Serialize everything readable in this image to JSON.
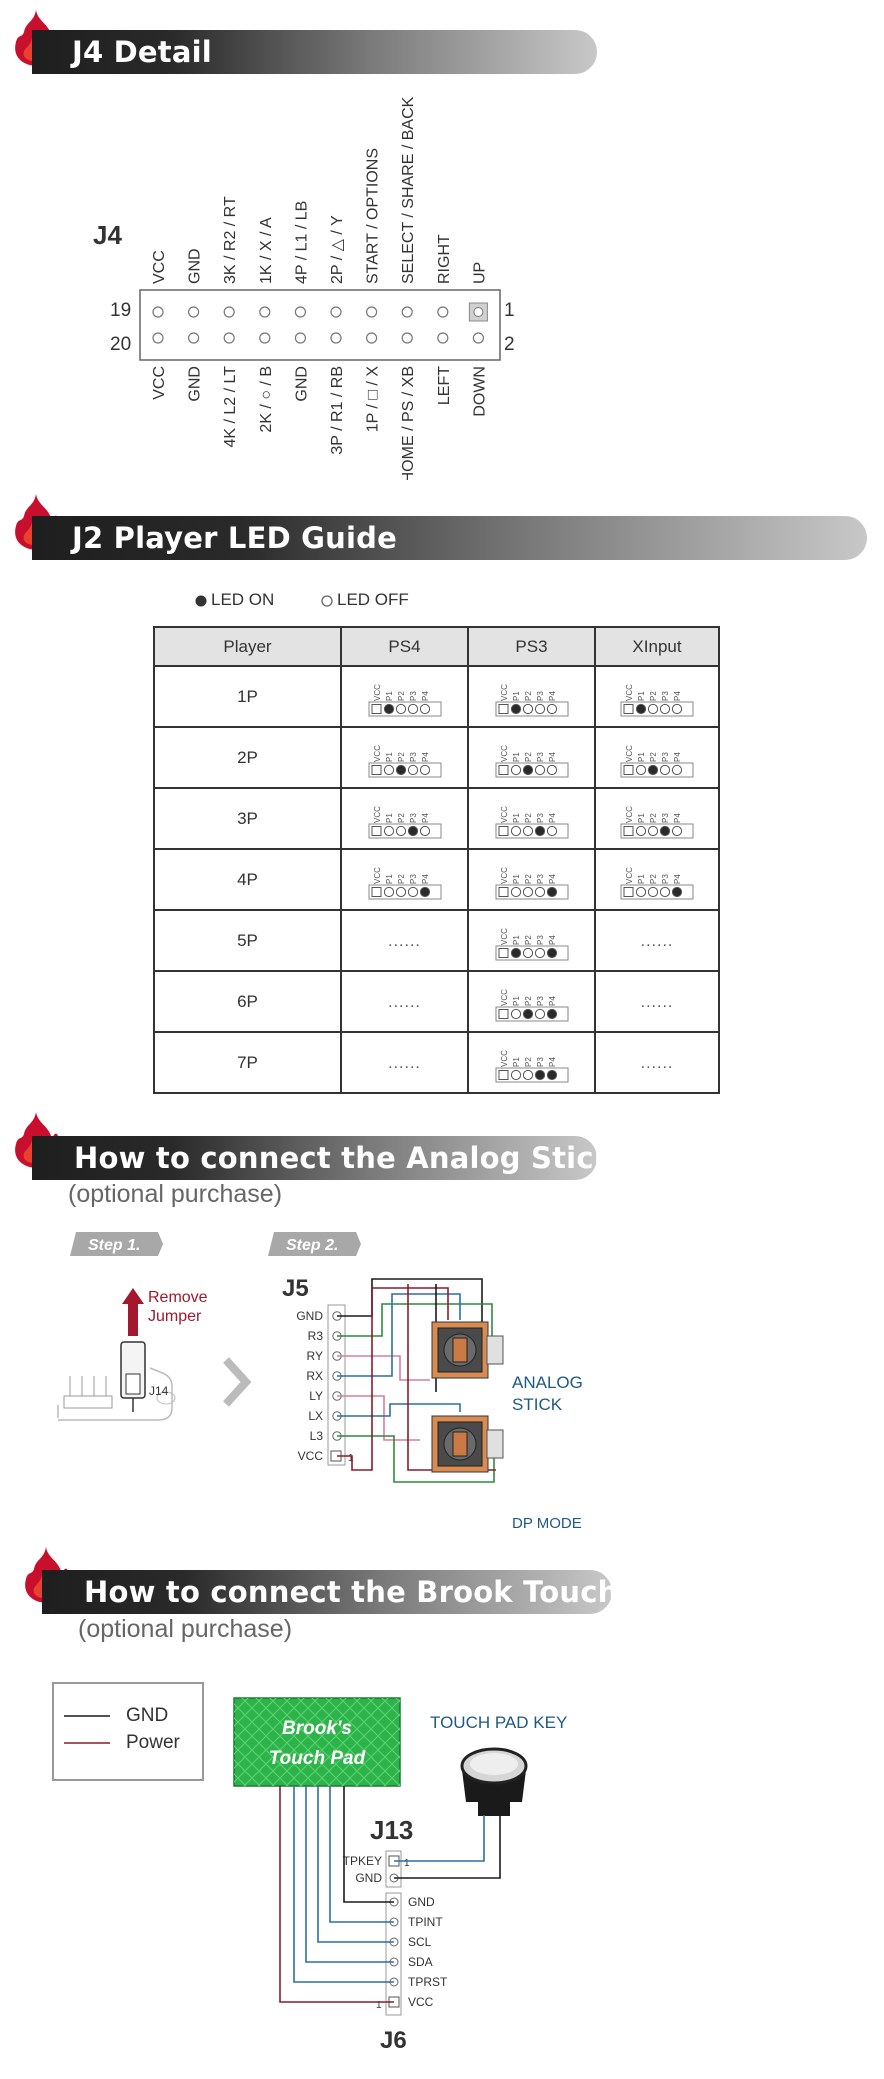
{
  "sections": {
    "j4": {
      "title": "J4  Detail"
    },
    "j2": {
      "title": "J2  Player LED Guide"
    },
    "analog": {
      "title": "How to connect the Analog Sticks",
      "subtitle": "(optional purchase)"
    },
    "touch": {
      "title": "How to connect the Brook Touch Pad",
      "subtitle": "(optional purchase)"
    }
  },
  "j4": {
    "label": "J4",
    "row_labels": {
      "left_top": "19",
      "left_bottom": "20",
      "right_top": "1",
      "right_bottom": "2"
    },
    "top_pins": [
      "VCC",
      "GND",
      "3K / R2 / RT",
      "1K / X / A",
      "4P / L1 / LB",
      "2P / △ / Y",
      "START / OPTIONS",
      "SELECT / SHARE / BACK",
      "RIGHT",
      "UP"
    ],
    "bottom_pins": [
      "VCC",
      "GND",
      "4K / L2 / LT",
      "2K / ○ / B",
      "GND",
      "3P / R1 / RB",
      "1P / □ / X",
      "HOME / PS / XB",
      "LEFT",
      "DOWN"
    ]
  },
  "led_guide": {
    "legend_on": "LED ON",
    "legend_off": "LED OFF",
    "headers": [
      "Player",
      "PS4",
      "PS3",
      "XInput"
    ],
    "pin_labels": [
      "VCC",
      "P1",
      "P2",
      "P3",
      "P4"
    ],
    "empty_mark": "......",
    "rows": [
      {
        "player": "1P",
        "ps4": [
          1,
          0,
          0,
          0
        ],
        "ps3": [
          1,
          0,
          0,
          0
        ],
        "xinput": [
          1,
          0,
          0,
          0
        ]
      },
      {
        "player": "2P",
        "ps4": [
          0,
          1,
          0,
          0
        ],
        "ps3": [
          0,
          1,
          0,
          0
        ],
        "xinput": [
          0,
          1,
          0,
          0
        ]
      },
      {
        "player": "3P",
        "ps4": [
          0,
          0,
          1,
          0
        ],
        "ps3": [
          0,
          0,
          1,
          0
        ],
        "xinput": [
          0,
          0,
          1,
          0
        ]
      },
      {
        "player": "4P",
        "ps4": [
          0,
          0,
          0,
          1
        ],
        "ps3": [
          0,
          0,
          0,
          1
        ],
        "xinput": [
          0,
          0,
          0,
          1
        ]
      },
      {
        "player": "5P",
        "ps4": null,
        "ps3": [
          1,
          0,
          0,
          1
        ],
        "xinput": null
      },
      {
        "player": "6P",
        "ps4": null,
        "ps3": [
          0,
          1,
          0,
          1
        ],
        "xinput": null
      },
      {
        "player": "7P",
        "ps4": null,
        "ps3": [
          0,
          0,
          1,
          1
        ],
        "xinput": null
      }
    ]
  },
  "analog": {
    "step1": "Step 1.",
    "step2": "Step 2.",
    "remove_jumper": [
      "Remove",
      "Jumper"
    ],
    "j14": "J14",
    "j5": "J5",
    "pins": [
      "GND",
      "R3",
      "RY",
      "RX",
      "LY",
      "LX",
      "L3",
      "VCC"
    ],
    "pin1": "1",
    "analog_stick": [
      "ANALOG",
      "STICK"
    ],
    "dp_mode": "DP MODE"
  },
  "touch": {
    "legend": [
      {
        "label": "GND",
        "color": "#1a1a1a"
      },
      {
        "label": "Power",
        "color": "#8b1c2c"
      }
    ],
    "pad_label": [
      "Brook's",
      "Touch Pad"
    ],
    "key_label": "TOUCH PAD KEY",
    "j13": "J13",
    "j13_pins": [
      "TPKEY",
      "GND"
    ],
    "j6": "J6",
    "j6_pins": [
      "GND",
      "TPINT",
      "SCL",
      "SDA",
      "TPRST",
      "VCC"
    ],
    "pin1": "1"
  },
  "colors": {
    "accent_red": "#a3182c",
    "blue_text": "#1f5a84",
    "green_pad": "#2db34a"
  }
}
